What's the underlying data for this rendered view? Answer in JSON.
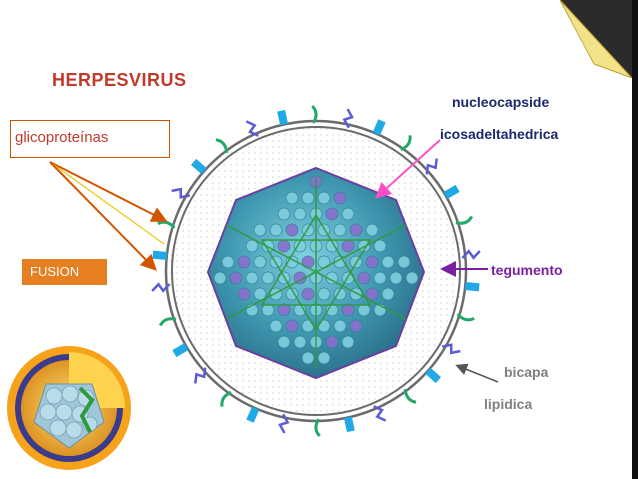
{
  "title": "HERPESVIRUS",
  "labels": {
    "glicoproteinas": "glicoproteínas",
    "fusion": "FUSION",
    "nucleocapside": "nucleocapside",
    "icosadeltahedrica": "icosadeltahedrica",
    "tegumento": "tegumento",
    "bicapa": "bicapa",
    "lipidica": "lipidica"
  },
  "colors": {
    "title": "#c0392b",
    "fusion_box": "#e67e22",
    "nucleocapside_text": "#1a2a6c",
    "tegumento_text": "#7b1fa2",
    "bicapa_text": "#7f7f7f",
    "nucleocapsid_arrow": "#ff4fc8",
    "tegumento_arrow": "#7b1fa2",
    "glycoprotein_arrows": "#d35400",
    "capsid": "#4fa3b8",
    "capsid_mesh": "#2e9a3a"
  },
  "icons": {
    "inset": "herpesvirus-cross-section-illustration",
    "corner": "page-curl-corner"
  }
}
